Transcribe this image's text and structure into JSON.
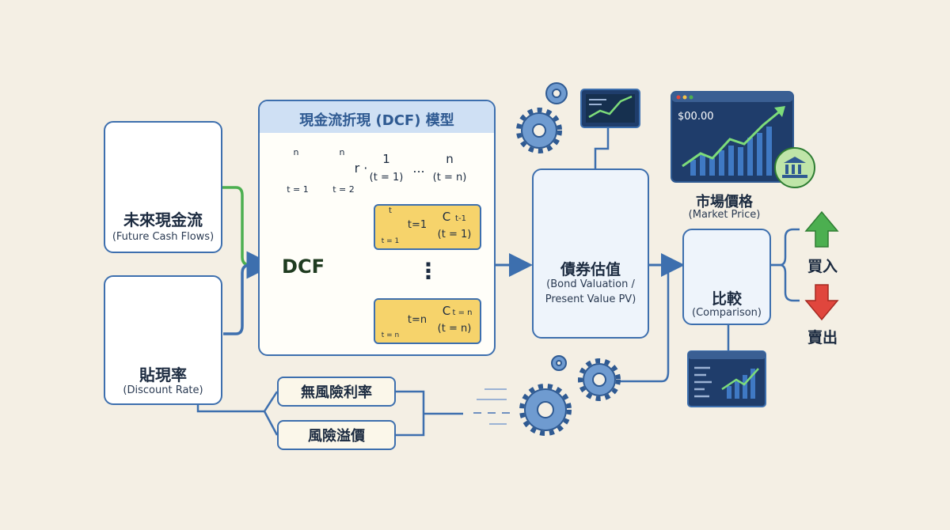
{
  "inputs": {
    "cash_flows": {
      "zh": "未來現金流",
      "en": "(Future Cash Flows)"
    },
    "discount": {
      "zh": "貼現率",
      "en": "(Discount Rate)"
    }
  },
  "dcf_model": {
    "title": "現金流折現 (DCF) 模型",
    "hub": "DCF",
    "sum_top": "n",
    "sum_bottom_1": "t = 1",
    "sum_bottom_2": "t = 2",
    "frac1_num": "1",
    "frac1_den": "(t = 1)",
    "ellipsis": "...",
    "frac2_num": "n",
    "frac2_den": "(t = n)",
    "card1_top": "t",
    "card1_bottom": "t = 1",
    "card1_sub": "t=1",
    "card1_num": "C",
    "card1_num_sub": "t-1",
    "card1_den": "(t = 1)",
    "card2_bottom": "t = n",
    "card2_sub": "t=n",
    "card2_num": "C",
    "card2_num_sub": "t = n",
    "card2_den": "(t = n)",
    "vdots": "⋮",
    "r_label": "r ·"
  },
  "factors": [
    "無風險利率",
    "風險溢價"
  ],
  "valuation": {
    "zh": "債券估值",
    "en1": "(Bond Valuation /",
    "en2": "Present Value PV)"
  },
  "market": {
    "price_tag": "$00.00",
    "zh": "市場價格",
    "en": "(Market Price)"
  },
  "comparison": {
    "zh": "比較",
    "en": "(Comparison)"
  },
  "decisions": {
    "buy": "買入",
    "sell": "賣出"
  },
  "colors": {
    "border": "#3d6fae",
    "hub": "#4caf50",
    "card": "#f6d36b",
    "up": "#4caf50",
    "down": "#e0463d",
    "bg": "#f4efe4"
  }
}
